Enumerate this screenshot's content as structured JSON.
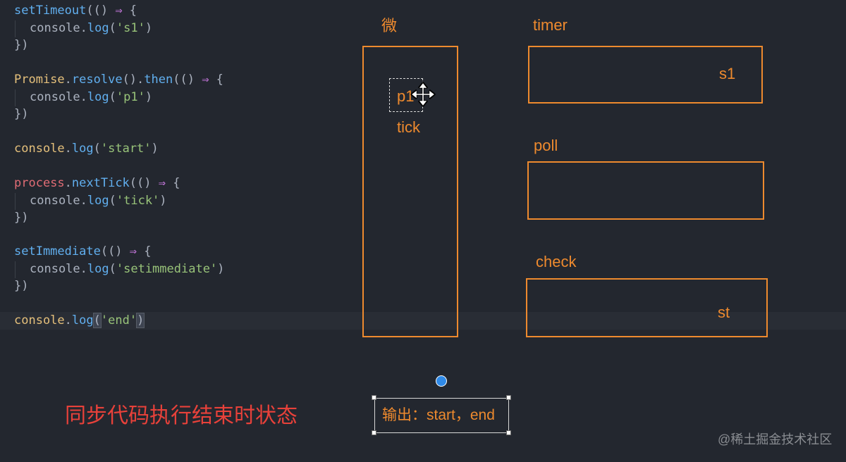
{
  "code": {
    "lines": [
      {
        "tokens": [
          "setTimeout",
          "(() ",
          "⇒",
          " {"
        ]
      },
      {
        "tokens": [
          "console",
          ".",
          "log",
          "(",
          "'s1'",
          ")"
        ]
      },
      {
        "tokens": [
          "})"
        ]
      },
      {
        "tokens": [
          "Promise",
          ".",
          "resolve",
          "().",
          "then",
          "(() ",
          "⇒",
          " {"
        ]
      },
      {
        "tokens": [
          "console",
          ".",
          "log",
          "(",
          "'p1'",
          ")"
        ]
      },
      {
        "tokens": [
          "})"
        ]
      },
      {
        "tokens": [
          "console",
          ".",
          "log",
          "(",
          "'start'",
          ")"
        ]
      },
      {
        "tokens": [
          "process",
          ".",
          "nextTick",
          "(() ",
          "⇒",
          " {"
        ]
      },
      {
        "tokens": [
          "console",
          ".",
          "log",
          "(",
          "'tick'",
          ")"
        ]
      },
      {
        "tokens": [
          "})"
        ]
      },
      {
        "tokens": [
          "setImmediate",
          "(() ",
          "⇒",
          " {"
        ]
      },
      {
        "tokens": [
          "console",
          ".",
          "log",
          "(",
          "'setimmediate'",
          ")"
        ]
      },
      {
        "tokens": [
          "})"
        ]
      },
      {
        "tokens": [
          "console",
          ".",
          "log",
          "(",
          "'end'",
          ")"
        ]
      }
    ]
  },
  "diagram": {
    "micro_label": "微",
    "micro_items": [
      "p1",
      "tick"
    ],
    "timer_label": "timer",
    "timer_value": "s1",
    "poll_label": "poll",
    "check_label": "check",
    "check_value": "st",
    "output_text": "输出：start，end"
  },
  "caption": "同步代码执行结束时状态",
  "watermark": "@稀土掘金技术社区",
  "colors": {
    "background": "#23272f",
    "diagram_accent": "#ee8a2e",
    "caption": "#e8413a",
    "handle_blue": "#2f8ae8"
  },
  "icons": {
    "cursor": "move-cursor-icon",
    "rotate": "rotate-handle-icon"
  }
}
